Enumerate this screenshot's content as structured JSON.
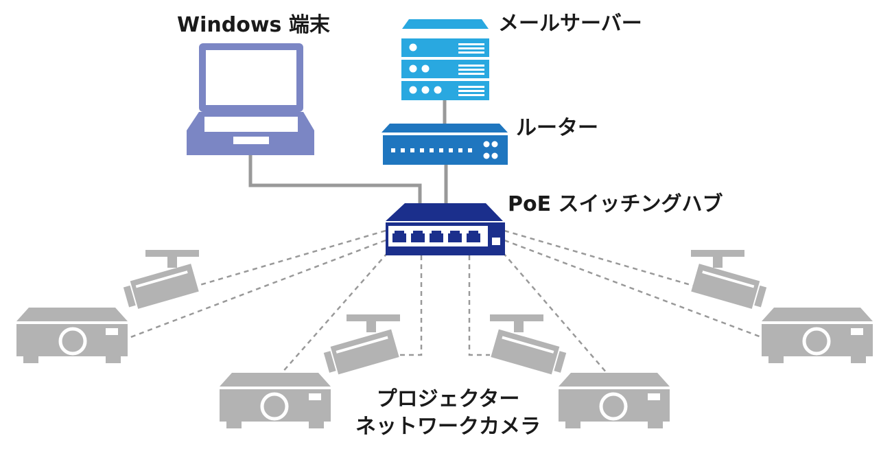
{
  "diagram": {
    "labels": {
      "windows_terminal": "Windows 端末",
      "mail_server": "メールサーバー",
      "router": "ルーター",
      "poe_switch": "PoE スイッチングハブ",
      "projector": "プロジェクター",
      "network_camera": "ネットワークカメラ"
    },
    "colors": {
      "laptop": "#7b86c4",
      "server": "#29a8e0",
      "router": "#1f76bf",
      "switch": "#1b2f8c",
      "device_gray": "#b3b3b3",
      "wire": "#999999",
      "text": "#1a1a1a"
    },
    "switch_ports": 5
  }
}
